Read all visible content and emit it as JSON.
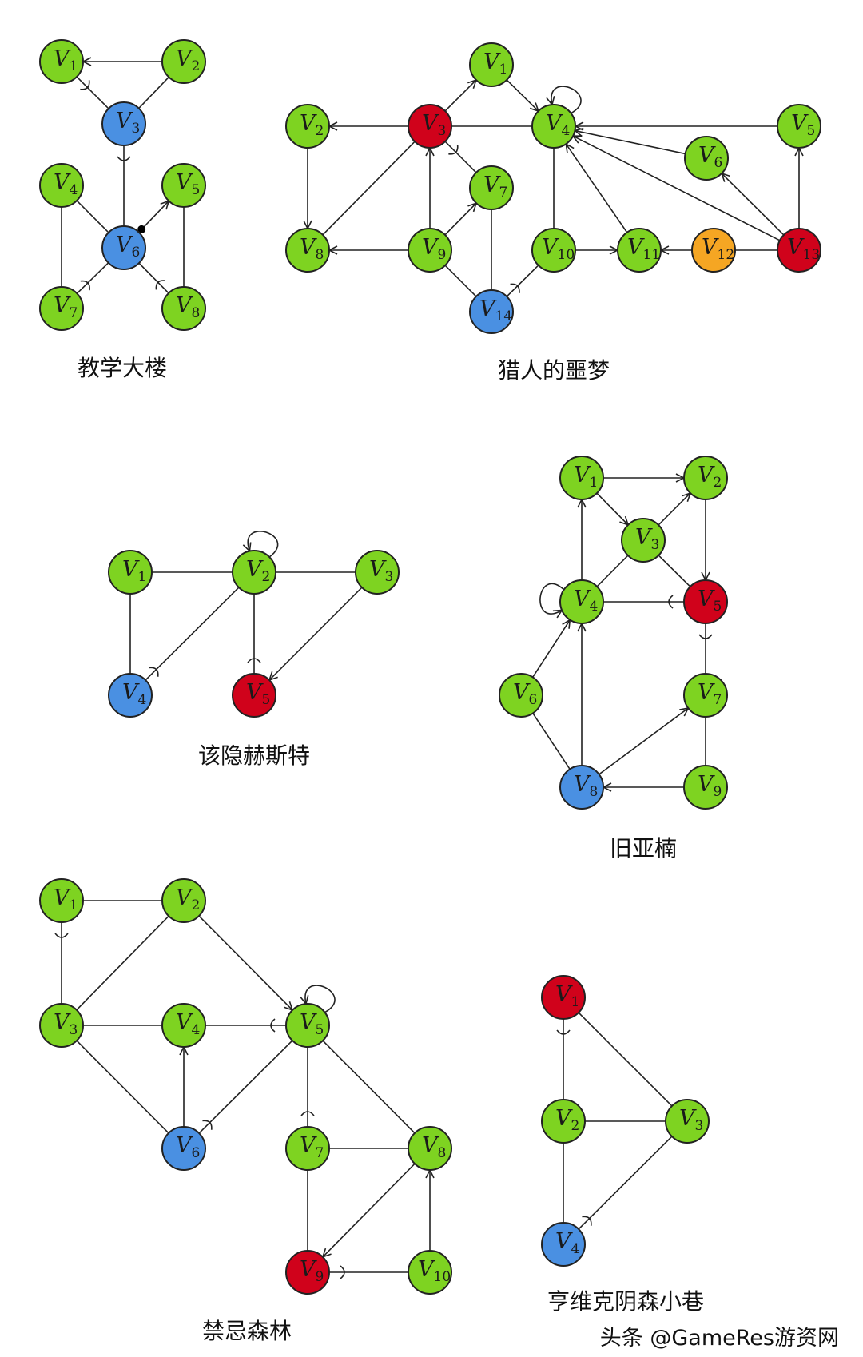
{
  "colors": {
    "green": "#7ed321",
    "blue": "#4a90e2",
    "red": "#d0021b",
    "orange": "#f5a623"
  },
  "watermark": "头条 @GameRes游资网",
  "graphs": [
    {
      "id": "g1",
      "title": "教学大楼",
      "nodes": [
        {
          "id": "1",
          "sub": "1",
          "color": "green"
        },
        {
          "id": "2",
          "sub": "2",
          "color": "green"
        },
        {
          "id": "3",
          "sub": "3",
          "color": "blue"
        },
        {
          "id": "4",
          "sub": "4",
          "color": "green"
        },
        {
          "id": "5",
          "sub": "5",
          "color": "green"
        },
        {
          "id": "6",
          "sub": "6",
          "color": "blue"
        },
        {
          "id": "7",
          "sub": "7",
          "color": "green"
        },
        {
          "id": "8",
          "sub": "8",
          "color": "green"
        }
      ],
      "edges": [
        {
          "from": "2",
          "to": "1",
          "type": "arrow"
        },
        {
          "from": "2",
          "to": "3",
          "type": "line"
        },
        {
          "from": "1",
          "to": "3",
          "type": "arc"
        },
        {
          "from": "3",
          "to": "6",
          "type": "arc"
        },
        {
          "from": "4",
          "to": "6",
          "type": "line"
        },
        {
          "from": "4",
          "to": "7",
          "type": "line"
        },
        {
          "from": "6",
          "to": "5",
          "type": "dotarrow"
        },
        {
          "from": "7",
          "to": "6",
          "type": "arc"
        },
        {
          "from": "8",
          "to": "6",
          "type": "arc"
        },
        {
          "from": "5",
          "to": "8",
          "type": "line"
        }
      ]
    },
    {
      "id": "g2",
      "title": "猎人的噩梦",
      "nodes": [
        {
          "id": "1",
          "sub": "1",
          "color": "green"
        },
        {
          "id": "2",
          "sub": "2",
          "color": "green"
        },
        {
          "id": "3",
          "sub": "3",
          "color": "red"
        },
        {
          "id": "4",
          "sub": "4",
          "color": "green"
        },
        {
          "id": "5",
          "sub": "5",
          "color": "green"
        },
        {
          "id": "6",
          "sub": "6",
          "color": "green"
        },
        {
          "id": "7",
          "sub": "7",
          "color": "green"
        },
        {
          "id": "8",
          "sub": "8",
          "color": "green"
        },
        {
          "id": "9",
          "sub": "9",
          "color": "green"
        },
        {
          "id": "10",
          "sub": "10",
          "color": "green"
        },
        {
          "id": "11",
          "sub": "11",
          "color": "green"
        },
        {
          "id": "12",
          "sub": "12",
          "color": "orange"
        },
        {
          "id": "13",
          "sub": "13",
          "color": "red"
        },
        {
          "id": "14",
          "sub": "14",
          "color": "blue"
        }
      ],
      "edges": [
        {
          "from": "3",
          "to": "1",
          "type": "arrow"
        },
        {
          "from": "1",
          "to": "4",
          "type": "arrow"
        },
        {
          "from": "3",
          "to": "2",
          "type": "arrow"
        },
        {
          "from": "3",
          "to": "4",
          "type": "line"
        },
        {
          "from": "4",
          "to": "4",
          "type": "loop"
        },
        {
          "from": "5",
          "to": "4",
          "type": "arrow"
        },
        {
          "from": "6",
          "to": "4",
          "type": "arrow"
        },
        {
          "from": "13",
          "to": "4",
          "type": "arrow"
        },
        {
          "from": "11",
          "to": "4",
          "type": "arrow"
        },
        {
          "from": "4",
          "to": "10",
          "type": "line"
        },
        {
          "from": "2",
          "to": "8",
          "type": "arrow"
        },
        {
          "from": "3",
          "to": "8",
          "type": "line"
        },
        {
          "from": "3",
          "to": "7",
          "type": "arc"
        },
        {
          "from": "9",
          "to": "3",
          "type": "arrow"
        },
        {
          "from": "9",
          "to": "7",
          "type": "arrow"
        },
        {
          "from": "9",
          "to": "8",
          "type": "arrow"
        },
        {
          "from": "9",
          "to": "14",
          "type": "line"
        },
        {
          "from": "7",
          "to": "14",
          "type": "line"
        },
        {
          "from": "14",
          "to": "10",
          "type": "arc"
        },
        {
          "from": "10",
          "to": "11",
          "type": "arrow"
        },
        {
          "from": "12",
          "to": "11",
          "type": "arrow"
        },
        {
          "from": "12",
          "to": "13",
          "type": "line"
        },
        {
          "from": "13",
          "to": "6",
          "type": "arrow"
        },
        {
          "from": "13",
          "to": "5",
          "type": "arrow"
        }
      ]
    },
    {
      "id": "g3",
      "title": "该隐赫斯特",
      "nodes": [
        {
          "id": "1",
          "sub": "1",
          "color": "green"
        },
        {
          "id": "2",
          "sub": "2",
          "color": "green"
        },
        {
          "id": "3",
          "sub": "3",
          "color": "green"
        },
        {
          "id": "4",
          "sub": "4",
          "color": "blue"
        },
        {
          "id": "5",
          "sub": "5",
          "color": "red"
        }
      ],
      "edges": [
        {
          "from": "1",
          "to": "2",
          "type": "line"
        },
        {
          "from": "2",
          "to": "3",
          "type": "line"
        },
        {
          "from": "2",
          "to": "2",
          "type": "loop"
        },
        {
          "from": "1",
          "to": "4",
          "type": "line"
        },
        {
          "from": "4",
          "to": "2",
          "type": "arc"
        },
        {
          "from": "5",
          "to": "2",
          "type": "arc"
        },
        {
          "from": "3",
          "to": "5",
          "type": "arrow"
        }
      ]
    },
    {
      "id": "g4",
      "title": "旧亚楠",
      "nodes": [
        {
          "id": "1",
          "sub": "1",
          "color": "green"
        },
        {
          "id": "2",
          "sub": "2",
          "color": "green"
        },
        {
          "id": "3",
          "sub": "3",
          "color": "green"
        },
        {
          "id": "4",
          "sub": "4",
          "color": "green"
        },
        {
          "id": "5",
          "sub": "5",
          "color": "red"
        },
        {
          "id": "6",
          "sub": "6",
          "color": "green"
        },
        {
          "id": "7",
          "sub": "7",
          "color": "green"
        },
        {
          "id": "8",
          "sub": "8",
          "color": "blue"
        },
        {
          "id": "9",
          "sub": "9",
          "color": "green"
        }
      ],
      "edges": [
        {
          "from": "1",
          "to": "2",
          "type": "arrow"
        },
        {
          "from": "1",
          "to": "3",
          "type": "arrow"
        },
        {
          "from": "3",
          "to": "2",
          "type": "arrow"
        },
        {
          "from": "2",
          "to": "5",
          "type": "arrow"
        },
        {
          "from": "3",
          "to": "5",
          "type": "line"
        },
        {
          "from": "3",
          "to": "4",
          "type": "line"
        },
        {
          "from": "4",
          "to": "1",
          "type": "arrow"
        },
        {
          "from": "4",
          "to": "4",
          "type": "loop"
        },
        {
          "from": "5",
          "to": "4",
          "type": "arc"
        },
        {
          "from": "5",
          "to": "7",
          "type": "arc"
        },
        {
          "from": "6",
          "to": "4",
          "type": "arrow"
        },
        {
          "from": "6",
          "to": "8",
          "type": "line"
        },
        {
          "from": "8",
          "to": "4",
          "type": "arrow"
        },
        {
          "from": "8",
          "to": "7",
          "type": "arrow"
        },
        {
          "from": "9",
          "to": "8",
          "type": "arrow"
        },
        {
          "from": "7",
          "to": "9",
          "type": "line"
        }
      ]
    },
    {
      "id": "g5",
      "title": "禁忌森林",
      "nodes": [
        {
          "id": "1",
          "sub": "1",
          "color": "green"
        },
        {
          "id": "2",
          "sub": "2",
          "color": "green"
        },
        {
          "id": "3",
          "sub": "3",
          "color": "green"
        },
        {
          "id": "4",
          "sub": "4",
          "color": "green"
        },
        {
          "id": "5",
          "sub": "5",
          "color": "green"
        },
        {
          "id": "6",
          "sub": "6",
          "color": "blue"
        },
        {
          "id": "7",
          "sub": "7",
          "color": "green"
        },
        {
          "id": "8",
          "sub": "8",
          "color": "green"
        },
        {
          "id": "9",
          "sub": "9",
          "color": "red"
        },
        {
          "id": "10",
          "sub": "10",
          "color": "green"
        }
      ],
      "edges": [
        {
          "from": "1",
          "to": "2",
          "type": "line"
        },
        {
          "from": "1",
          "to": "3",
          "type": "arc"
        },
        {
          "from": "2",
          "to": "3",
          "type": "line"
        },
        {
          "from": "2",
          "to": "5",
          "type": "arrow"
        },
        {
          "from": "3",
          "to": "4",
          "type": "line"
        },
        {
          "from": "3",
          "to": "6",
          "type": "line"
        },
        {
          "from": "5",
          "to": "4",
          "type": "arc"
        },
        {
          "from": "5",
          "to": "5",
          "type": "loop"
        },
        {
          "from": "6",
          "to": "4",
          "type": "arrow"
        },
        {
          "from": "6",
          "to": "5",
          "type": "arc"
        },
        {
          "from": "7",
          "to": "5",
          "type": "arc"
        },
        {
          "from": "5",
          "to": "8",
          "type": "line"
        },
        {
          "from": "7",
          "to": "8",
          "type": "line"
        },
        {
          "from": "7",
          "to": "9",
          "type": "line"
        },
        {
          "from": "8",
          "to": "9",
          "type": "arrow"
        },
        {
          "from": "10",
          "to": "8",
          "type": "arrow"
        },
        {
          "from": "9",
          "to": "10",
          "type": "arc"
        }
      ]
    },
    {
      "id": "g6",
      "title": "亨维克阴森小巷",
      "nodes": [
        {
          "id": "1",
          "sub": "1",
          "color": "red"
        },
        {
          "id": "2",
          "sub": "2",
          "color": "green"
        },
        {
          "id": "3",
          "sub": "3",
          "color": "green"
        },
        {
          "id": "4",
          "sub": "4",
          "color": "blue"
        }
      ],
      "edges": [
        {
          "from": "1",
          "to": "2",
          "type": "arc"
        },
        {
          "from": "1",
          "to": "3",
          "type": "line"
        },
        {
          "from": "2",
          "to": "3",
          "type": "line"
        },
        {
          "from": "2",
          "to": "4",
          "type": "line"
        },
        {
          "from": "4",
          "to": "3",
          "type": "arc"
        }
      ]
    }
  ]
}
